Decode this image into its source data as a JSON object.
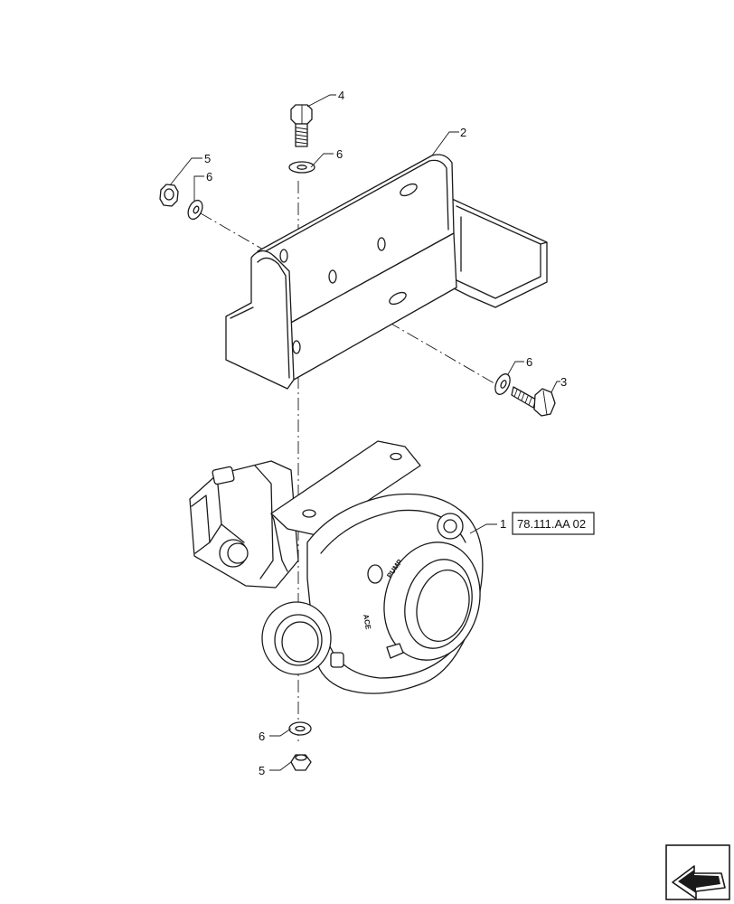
{
  "callouts": [
    {
      "id": "callout-1",
      "label": "1"
    },
    {
      "id": "callout-2",
      "label": "2"
    },
    {
      "id": "callout-3",
      "label": "3"
    },
    {
      "id": "callout-4",
      "label": "4"
    },
    {
      "id": "callout-5-top",
      "label": "5"
    },
    {
      "id": "callout-5-bottom",
      "label": "5"
    },
    {
      "id": "callout-6-topleft",
      "label": "6"
    },
    {
      "id": "callout-6-topcenter",
      "label": "6"
    },
    {
      "id": "callout-6-right",
      "label": "6"
    },
    {
      "id": "callout-6-bottom",
      "label": "6"
    }
  ],
  "reference": {
    "label": "78.111.AA 02"
  },
  "pump_casting": {
    "word1": "ACE",
    "word2": "PUMP"
  },
  "nav_icon": "previous-page-arrow-icon"
}
